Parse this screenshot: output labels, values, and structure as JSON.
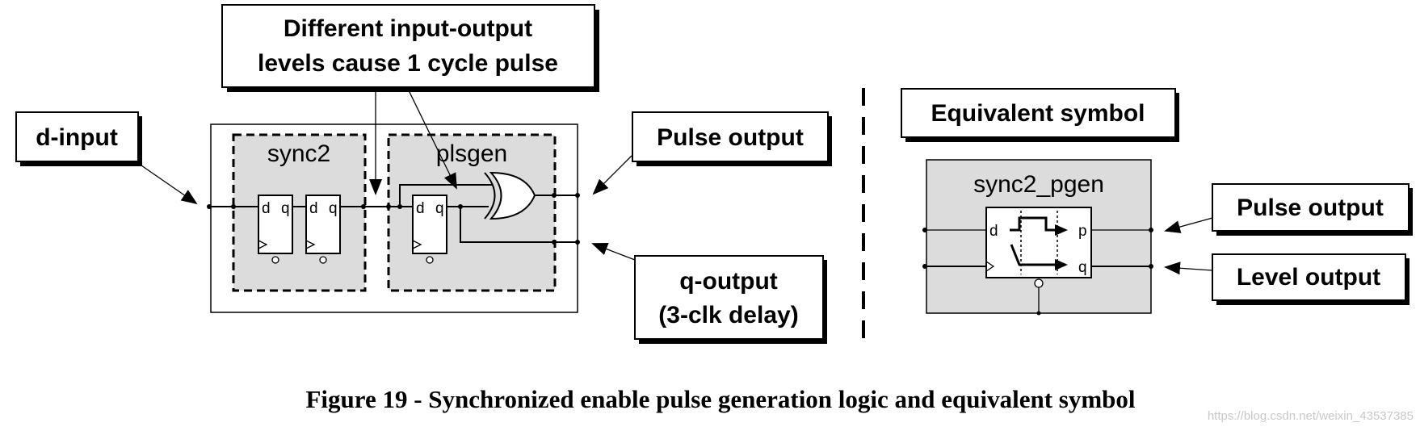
{
  "callouts": {
    "top_line1": "Different input-output",
    "top_line2": "levels cause 1 cycle pulse",
    "d_input": "d-input",
    "pulse_output_left": "Pulse output",
    "q_output_line1": "q-output",
    "q_output_line2": "(3-clk delay)",
    "equivalent_symbol": "Equivalent symbol",
    "pulse_output_right": "Pulse output",
    "level_output": "Level output"
  },
  "blocks": {
    "sync2": "sync2",
    "plsgen": "plsgen",
    "sync2_pgen": "sync2_pgen"
  },
  "pins": {
    "d": "d",
    "q": "q",
    "p": "p"
  },
  "caption": "Figure 19 - Synchronized enable pulse generation logic and equivalent symbol",
  "watermark": "https://blog.csdn.net/weixin_43537385"
}
